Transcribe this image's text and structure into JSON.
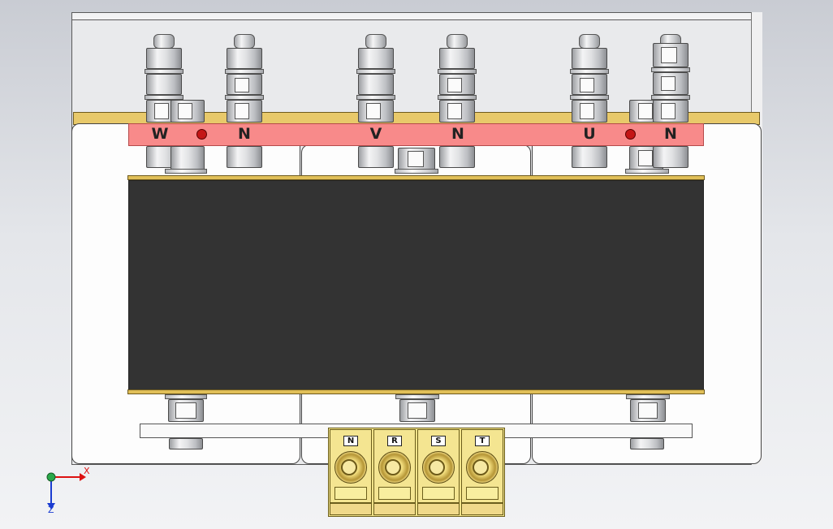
{
  "terminals": {
    "output_labels": [
      "W",
      "N",
      "V",
      "N",
      "U",
      "N"
    ],
    "input_labels": [
      "N",
      "R",
      "S",
      "T"
    ]
  },
  "axes": {
    "x": "X",
    "z": "Z"
  },
  "colors": {
    "label_strip": "#f88a8a",
    "core": "#333333",
    "insulation": "#e8c96a",
    "terminal_block": "#f2e38a",
    "indicator_dot": "#c41616"
  }
}
